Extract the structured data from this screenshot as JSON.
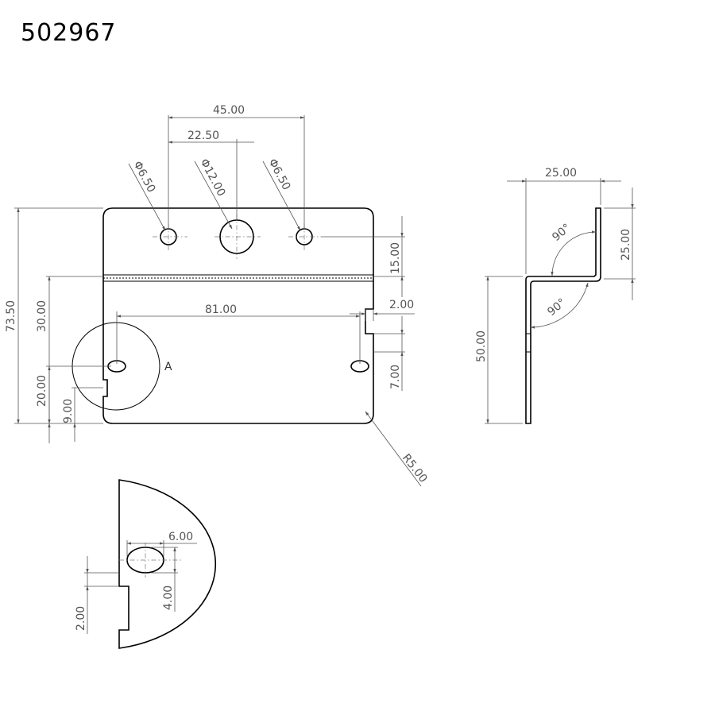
{
  "drawing": {
    "part_number": "502967",
    "detail_label": "A"
  },
  "dimensions": {
    "front": {
      "hole_pitch_outer": "45.00",
      "hole_pitch_center": "22.50",
      "hole_left_dia": "Φ6.50",
      "hole_center_dia": "Φ12.00",
      "hole_right_dia": "Φ6.50",
      "overall_height": "73.50",
      "flange_to_bend": "30.00",
      "slot_height": "20.00",
      "slot_offset": "9.00",
      "hole_row_height": "15.00",
      "notch_depth": "2.00",
      "notch_height": "7.00",
      "slot_pitch": "81.00",
      "corner_radius": "R5.00"
    },
    "side": {
      "offset_width": "25.00",
      "top_height": "25.00",
      "bottom_height": "50.00",
      "bend_angle_top": "90°",
      "bend_angle_bottom": "90°"
    },
    "detail": {
      "slot_length": "6.00",
      "slot_width": "4.00",
      "notch_depth": "2.00"
    }
  }
}
